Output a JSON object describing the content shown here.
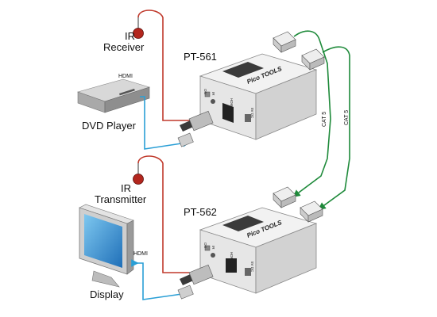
{
  "labels": {
    "ir_receiver": [
      "IR",
      "Receiver"
    ],
    "ir_transmitter": [
      "IR",
      "Transmitter"
    ],
    "dvd_player": "DVD Player",
    "display": "Display",
    "hdmi_top": "HDMI",
    "hdmi_bottom": "HDMI",
    "pt561": "PT-561",
    "pt562": "PT-562",
    "cat5_left": "CAT 5",
    "cat5_right": "CAT 5"
  },
  "device_text": {
    "logo": "Pico TOOLS",
    "top_ports": [
      "ON",
      "IR",
      "HDMI IN",
      "5V DC"
    ],
    "bottom_ports": [
      "ON",
      "IR",
      "HDMI OUT",
      "5V DC"
    ]
  },
  "colors": {
    "ir_wire": "#c0392b",
    "hdmi_wire": "#2a9fd6",
    "cat5_wire": "#1e8a3a",
    "device_face": "#e8e8e8",
    "device_top": "#f2f2f2"
  }
}
